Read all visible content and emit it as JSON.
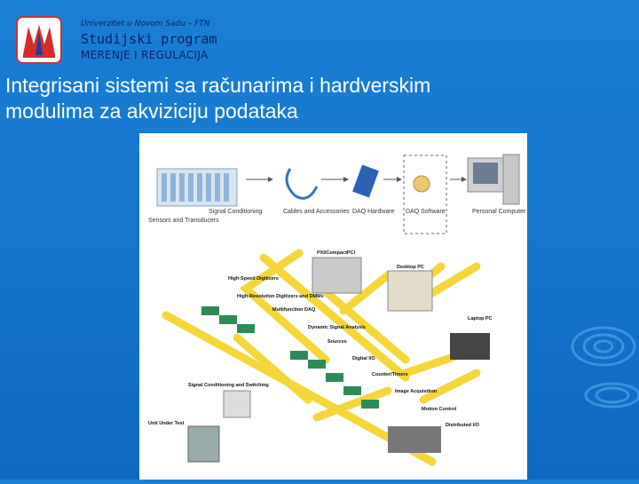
{
  "header": {
    "university": "Univerzitet u Novom Sadu – FTN",
    "program_label": "Studijski program",
    "department": "MERENJE I REGULACIJA"
  },
  "slide": {
    "title_line1": "Integrisani sistemi sa računarima i hardverskim",
    "title_line2": "modulima za akviziciju podataka"
  },
  "figure": {
    "pipeline": {
      "sensors": "Sensors and Transducers",
      "signal_conditioning": "Signal Conditioning",
      "cables": "Cables and Accessories",
      "daq_hardware": "DAQ Hardware",
      "daq_software": "DAQ Software",
      "computer": "Personal Computer"
    },
    "bus_labels": {
      "pxi": "PXI/CompactPCI",
      "desktop": "Desktop PC",
      "laptop": "Laptop PC",
      "high_speed": "High-Speed Digitizers",
      "high_res": "High-Resolution Digitizers and DMMs",
      "multifunction": "Multifunction DAQ",
      "dynamic": "Dynamic Signal Analysis",
      "sources": "Sources",
      "digital_io": "Digital I/O",
      "counter": "Counter/Timers",
      "image": "Image Acquisition",
      "motion": "Motion Control",
      "distributed": "Distributed I/O",
      "sc_switching": "Signal Conditioning and Switching",
      "unit_under_test": "Unit Under Test"
    }
  },
  "colors": {
    "background": "#1574cc",
    "bus_yellow": "#f5d63a",
    "header_text": "#0b1f66"
  }
}
